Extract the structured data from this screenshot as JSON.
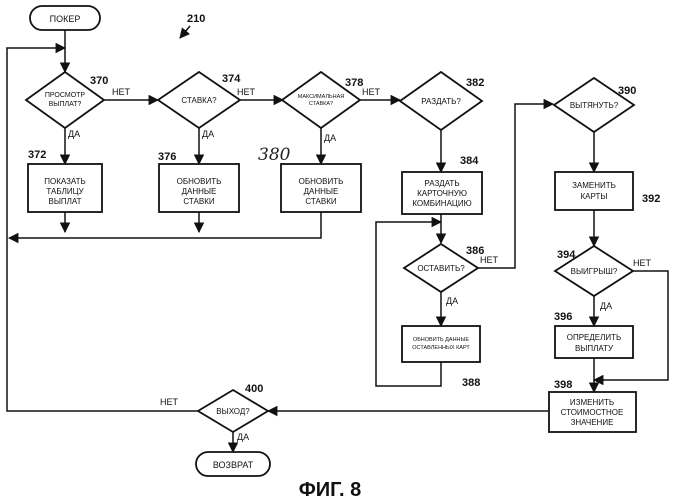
{
  "figure": {
    "number": "210",
    "caption": "ФИГ. 8"
  },
  "nodes": {
    "start": "ПОКЕР",
    "d370": {
      "ref": "370",
      "line1": "ПРОСМОТР",
      "line2": "ВЫПЛАТ?"
    },
    "b372": {
      "ref": "372",
      "line1": "ПОКАЗАТЬ",
      "line2": "ТАБЛИЦУ",
      "line3": "ВЫПЛАТ"
    },
    "d374": {
      "ref": "374",
      "text": "СТАВКА?"
    },
    "b376": {
      "ref": "376",
      "line1": "ОБНОВИТЬ",
      "line2": "ДАННЫЕ",
      "line3": "СТАВКИ"
    },
    "d378": {
      "ref": "378",
      "line1": "МАКСИМАЛЬНАЯ",
      "line2": "СТАВКА?"
    },
    "b380": {
      "ref": "380",
      "line1": "ОБНОВИТЬ",
      "line2": "ДАННЫЕ",
      "line3": "СТАВКИ"
    },
    "d382": {
      "ref": "382",
      "text": "РАЗДАТЬ?"
    },
    "b384": {
      "ref": "384",
      "line1": "РАЗДАТЬ",
      "line2": "КАРТОЧНУЮ",
      "line3": "КОМБИНАЦИЮ"
    },
    "d386": {
      "ref": "386",
      "text": "ОСТАВИТЬ?"
    },
    "b388": {
      "ref": "388",
      "line1": "ОБНОВИТЬ ДАННЫЕ",
      "line2": "ОСТАВЛЕННЫХ КАРТ"
    },
    "d390": {
      "ref": "390",
      "text": "ВЫТЯНУТЬ?"
    },
    "b392": {
      "ref": "392",
      "line1": "ЗАМЕНИТЬ",
      "line2": "КАРТЫ"
    },
    "d394": {
      "ref": "394",
      "text": "ВЫИГРЫШ?"
    },
    "b396": {
      "ref": "396",
      "line1": "ОПРЕДЕЛИТЬ",
      "line2": "ВЫПЛАТУ"
    },
    "b398": {
      "ref": "398",
      "line1": "ИЗМЕНИТЬ",
      "line2": "СТОИМОСТНОЕ",
      "line3": "ЗНАЧЕНИЕ"
    },
    "d400": {
      "ref": "400",
      "text": "ВЫХОД?"
    },
    "end": "ВОЗВРАТ"
  },
  "labels": {
    "yes": "ДА",
    "no": "НЕТ"
  }
}
